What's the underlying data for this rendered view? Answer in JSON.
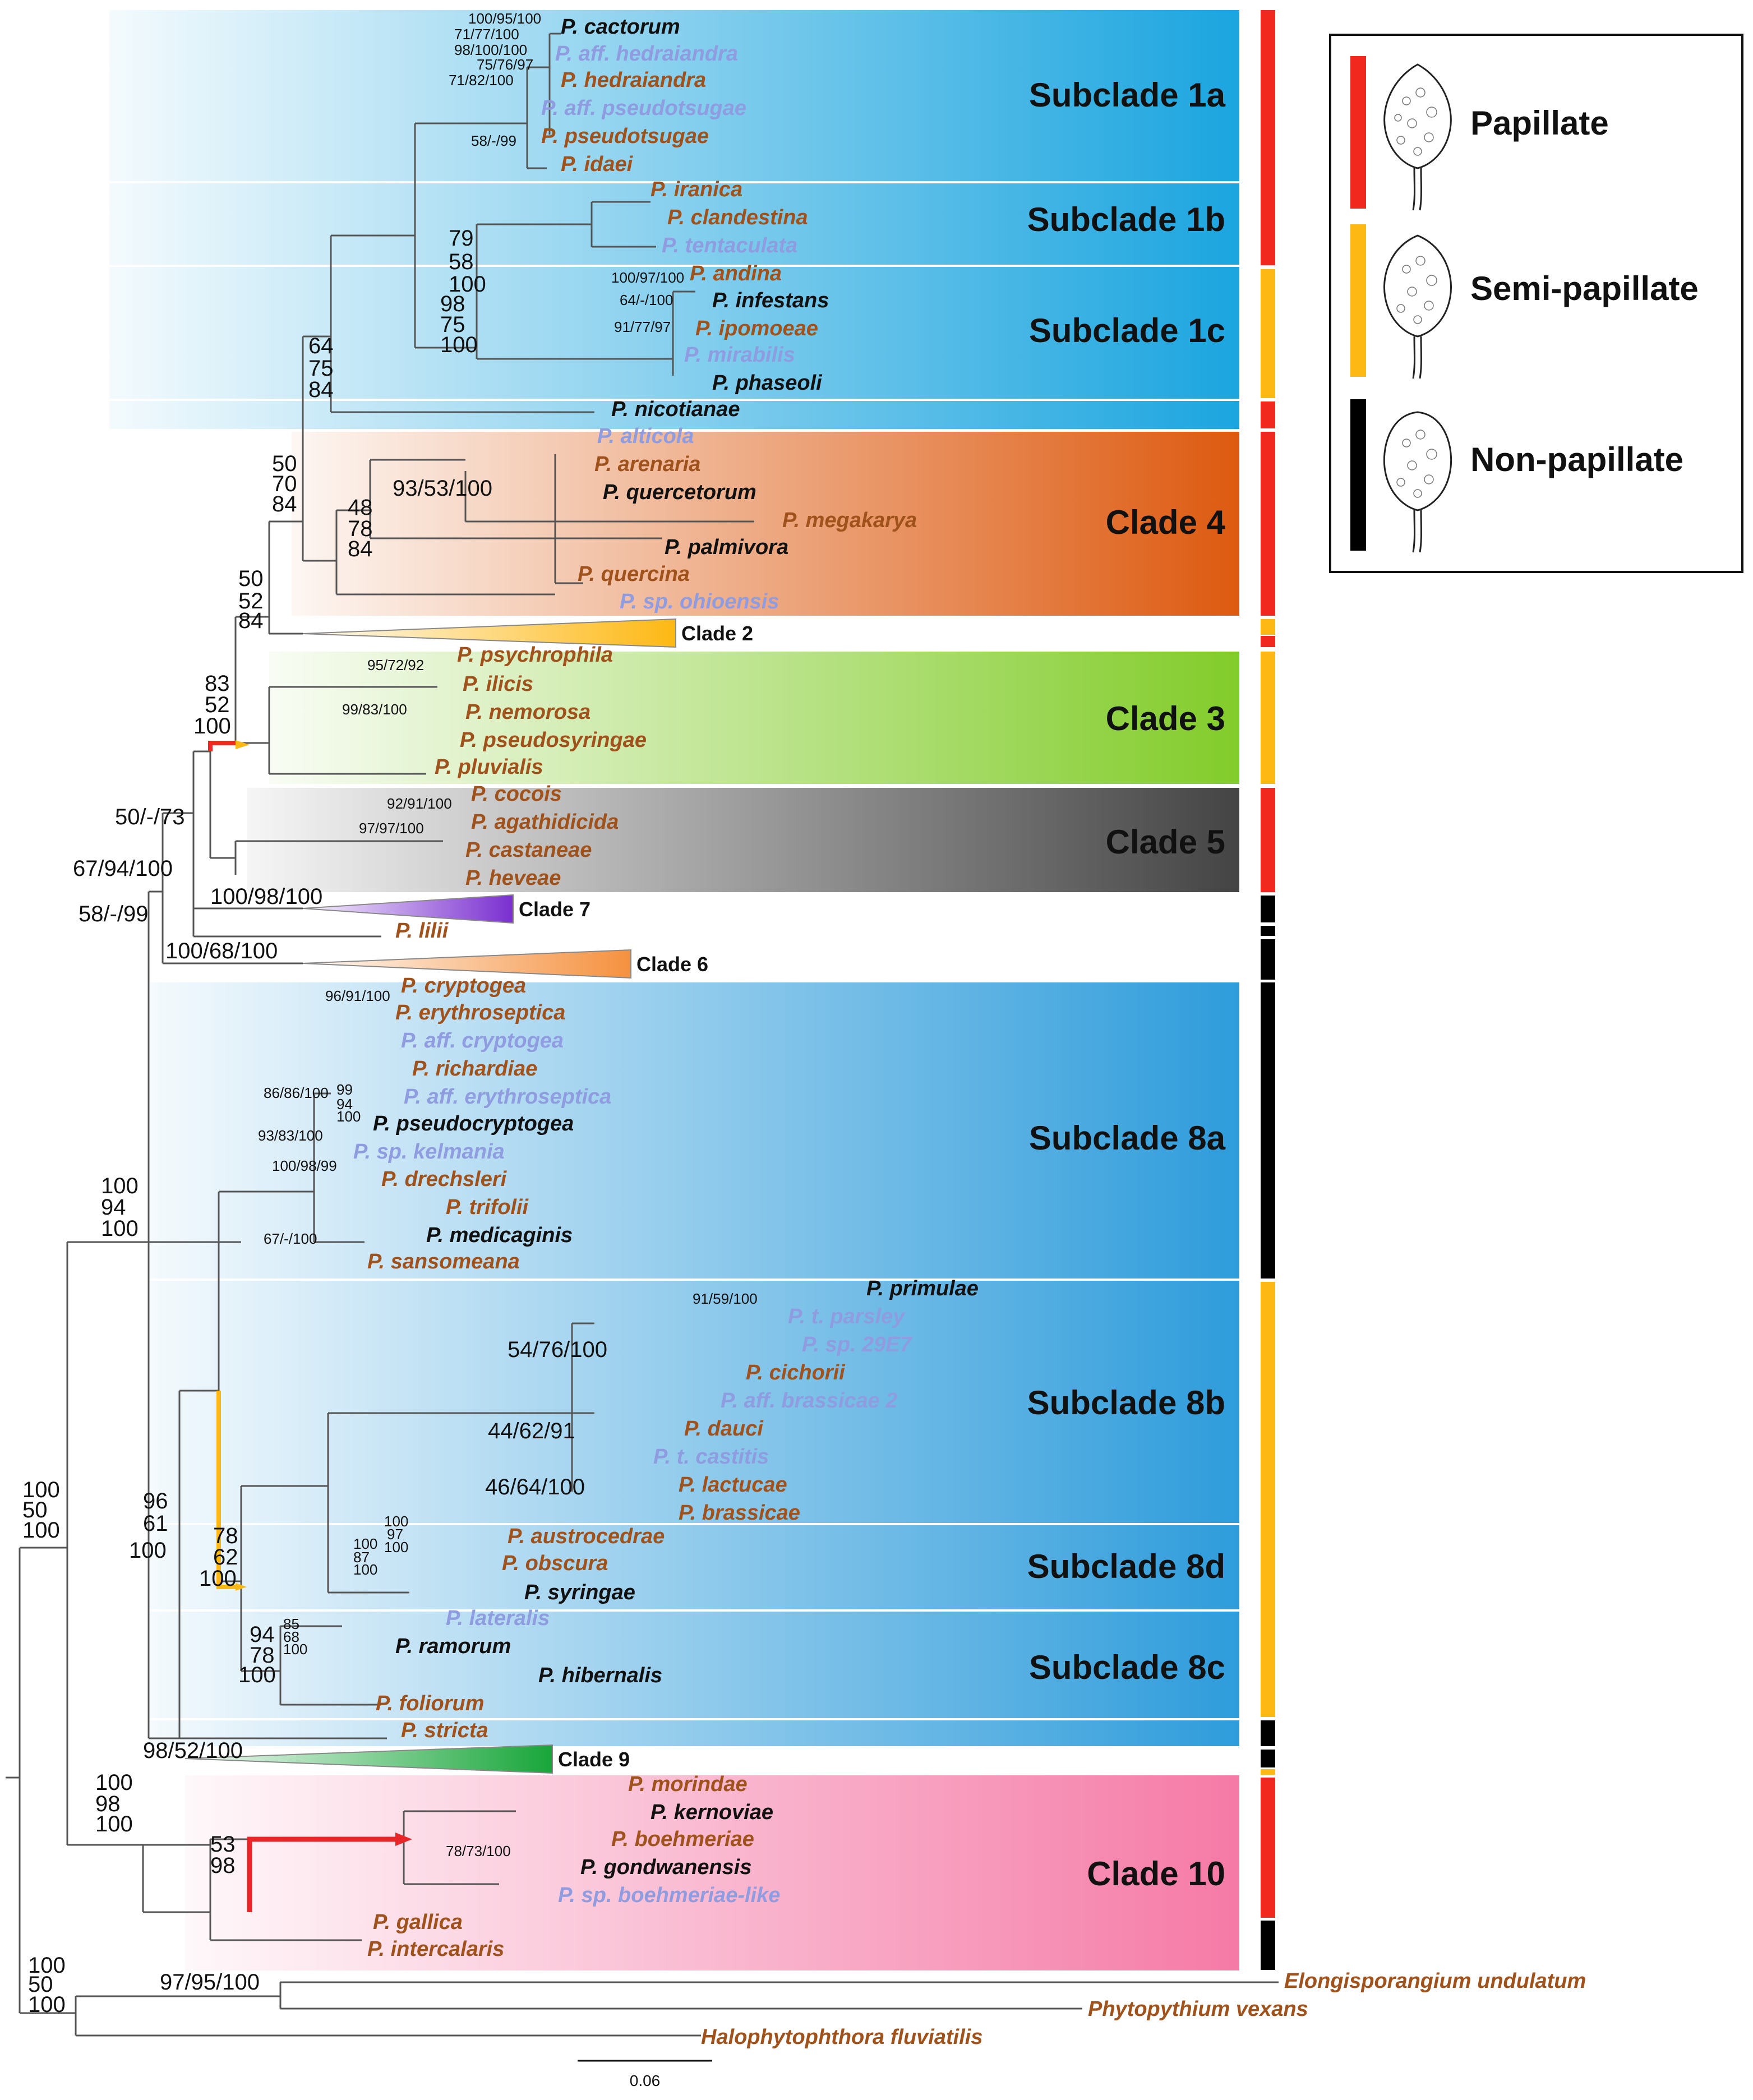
{
  "colors": {
    "papillate": "#f0281e",
    "semipapillate": "#fdb813",
    "nonpapillate": "#000000",
    "tip_brown": "#a0521c",
    "tip_black": "#111111",
    "tip_lavender": "#8f9ce0",
    "red_support": "#e8262a"
  },
  "legend": {
    "items": [
      {
        "label": "Papillate",
        "color": "#f0281e"
      },
      {
        "label": "Semi-papillate",
        "color": "#fdb813"
      },
      {
        "label": "Non-papillate",
        "color": "#000000"
      }
    ]
  },
  "clades": [
    {
      "label": "Subclade 1a",
      "color": "#1ba5df"
    },
    {
      "label": "Subclade 1b",
      "color": "#1ba5df"
    },
    {
      "label": "Subclade 1c",
      "color": "#1ba5df"
    },
    {
      "label": "Clade 4",
      "color": "#dd5a10"
    },
    {
      "label": "Clade 3",
      "color": "#82cc2a"
    },
    {
      "label": "Clade 5",
      "color": "#444444"
    },
    {
      "label": "Subclade 8a",
      "color": "#2e9cdb"
    },
    {
      "label": "Subclade 8b",
      "color": "#2e9cdb"
    },
    {
      "label": "Subclade 8d",
      "color": "#2e9cdb"
    },
    {
      "label": "Subclade 8c",
      "color": "#2e9cdb"
    },
    {
      "label": "Clade 10",
      "color": "#f57aa6"
    }
  ],
  "collapsed_clades": [
    {
      "label": "Clade 2",
      "color": "#fdb813"
    },
    {
      "label": "Clade 7",
      "color": "#7a2fd0"
    },
    {
      "label": "Clade 6",
      "color": "#f5913f"
    },
    {
      "label": "Clade 9",
      "color": "#18a63a"
    }
  ],
  "tips": [
    {
      "name": "P. cactorum",
      "style": "black"
    },
    {
      "name": "P. aff. hedraiandra",
      "style": "lavender"
    },
    {
      "name": "P. hedraiandra",
      "style": "brown"
    },
    {
      "name": "P. aff. pseudotsugae",
      "style": "lavender"
    },
    {
      "name": "P. pseudotsugae",
      "style": "brown"
    },
    {
      "name": "P. idaei",
      "style": "brown"
    },
    {
      "name": "P. iranica",
      "style": "brown"
    },
    {
      "name": "P. clandestina",
      "style": "brown"
    },
    {
      "name": "P. tentaculata",
      "style": "lavender"
    },
    {
      "name": "P. andina",
      "style": "brown"
    },
    {
      "name": "P. infestans",
      "style": "black"
    },
    {
      "name": "P. ipomoeae",
      "style": "brown"
    },
    {
      "name": "P. mirabilis",
      "style": "lavender"
    },
    {
      "name": "P. phaseoli",
      "style": "black"
    },
    {
      "name": "P. nicotianae",
      "style": "black"
    },
    {
      "name": "P. alticola",
      "style": "lavender"
    },
    {
      "name": "P. arenaria",
      "style": "brown"
    },
    {
      "name": "P. quercetorum",
      "style": "black"
    },
    {
      "name": "P. megakarya",
      "style": "brown"
    },
    {
      "name": "P. palmivora",
      "style": "black"
    },
    {
      "name": "P. quercina",
      "style": "brown"
    },
    {
      "name": "P. sp. ohioensis",
      "style": "lavender"
    },
    {
      "name": "P. psychrophila",
      "style": "brown"
    },
    {
      "name": "P. ilicis",
      "style": "brown"
    },
    {
      "name": "P. nemorosa",
      "style": "brown"
    },
    {
      "name": "P. pseudosyringae",
      "style": "brown"
    },
    {
      "name": "P. pluvialis",
      "style": "brown"
    },
    {
      "name": "P. cocois",
      "style": "brown"
    },
    {
      "name": "P. agathidicida",
      "style": "brown"
    },
    {
      "name": "P. castaneae",
      "style": "brown"
    },
    {
      "name": "P. heveae",
      "style": "brown"
    },
    {
      "name": "P. lilii",
      "style": "brown"
    },
    {
      "name": "P. cryptogea",
      "style": "brown"
    },
    {
      "name": "P. erythroseptica",
      "style": "brown"
    },
    {
      "name": "P. aff. cryptogea",
      "style": "lavender"
    },
    {
      "name": "P. richardiae",
      "style": "brown"
    },
    {
      "name": "P. aff. erythroseptica",
      "style": "lavender"
    },
    {
      "name": "P. pseudocryptogea",
      "style": "black"
    },
    {
      "name": "P. sp. kelmania",
      "style": "lavender"
    },
    {
      "name": "P. drechsleri",
      "style": "brown"
    },
    {
      "name": "P. trifolii",
      "style": "brown"
    },
    {
      "name": "P. medicaginis",
      "style": "black"
    },
    {
      "name": "P. sansomeana",
      "style": "brown"
    },
    {
      "name": "P. primulae",
      "style": "black"
    },
    {
      "name": "P. t. parsley",
      "style": "lavender"
    },
    {
      "name": "P. sp. 29E7",
      "style": "lavender"
    },
    {
      "name": "P. cichorii",
      "style": "brown"
    },
    {
      "name": "P. aff. brassicae 2",
      "style": "lavender"
    },
    {
      "name": "P. dauci",
      "style": "brown"
    },
    {
      "name": "P. t. castitis",
      "style": "lavender"
    },
    {
      "name": "P. lactucae",
      "style": "brown"
    },
    {
      "name": "P. brassicae",
      "style": "brown"
    },
    {
      "name": "P. austrocedrae",
      "style": "brown"
    },
    {
      "name": "P. obscura",
      "style": "brown"
    },
    {
      "name": "P. syringae",
      "style": "black"
    },
    {
      "name": "P. lateralis",
      "style": "lavender"
    },
    {
      "name": "P. ramorum",
      "style": "black"
    },
    {
      "name": "P. hibernalis",
      "style": "black"
    },
    {
      "name": "P. foliorum",
      "style": "brown"
    },
    {
      "name": "P. stricta",
      "style": "brown"
    },
    {
      "name": "P. morindae",
      "style": "brown"
    },
    {
      "name": "P. kernoviae",
      "style": "black"
    },
    {
      "name": "P. boehmeriae",
      "style": "brown"
    },
    {
      "name": "P. gondwanensis",
      "style": "black"
    },
    {
      "name": "P. sp. boehmeriae-like",
      "style": "lavender"
    },
    {
      "name": "P. gallica",
      "style": "brown"
    },
    {
      "name": "P. intercalaris",
      "style": "brown"
    },
    {
      "name": "Elongisporangium undulatum",
      "style": "brown"
    },
    {
      "name": "Phytopythium vexans",
      "style": "brown"
    },
    {
      "name": "Halophytophthora fluviatilis",
      "style": "brown"
    }
  ],
  "supports": [
    "100/95/100",
    "71/77/100",
    "98/100/100",
    "75/76/97",
    "71/82/100",
    "58/-/99",
    "100/97/100",
    "64/-/100",
    "91/77/97",
    "79",
    "58",
    "100",
    "98",
    "75",
    "100",
    "64",
    "75",
    "84",
    "50",
    "70",
    "84",
    "93/53/100",
    "48",
    "78",
    "84",
    "50",
    "52",
    "84",
    "95/72/92",
    "99/83/100",
    "83",
    "52",
    "100",
    "50/-/73",
    "92/91/100",
    "97/97/100",
    "67/94/100",
    "58/-/99",
    "100/98/100",
    "100/68/100",
    "96/91/100",
    "86/86/100",
    "99",
    "94",
    "100",
    "93/83/100",
    "100/98/99",
    "67/-/100",
    "100",
    "94",
    "100",
    "91/59/100",
    "54/76/100",
    "44/62/91",
    "46/64/100",
    "96",
    "61",
    "100",
    "78",
    "62",
    "100",
    "100",
    "97",
    "100",
    "100",
    "87",
    "100",
    "94",
    "78",
    "100",
    "85",
    "68",
    "100",
    "98/52/100",
    "100",
    "98",
    "100",
    "53",
    "98",
    "78/73/100",
    "100",
    "50",
    "100",
    "97/95/100",
    "100",
    "50",
    "100"
  ],
  "scale_bar": {
    "label": "0.06"
  }
}
